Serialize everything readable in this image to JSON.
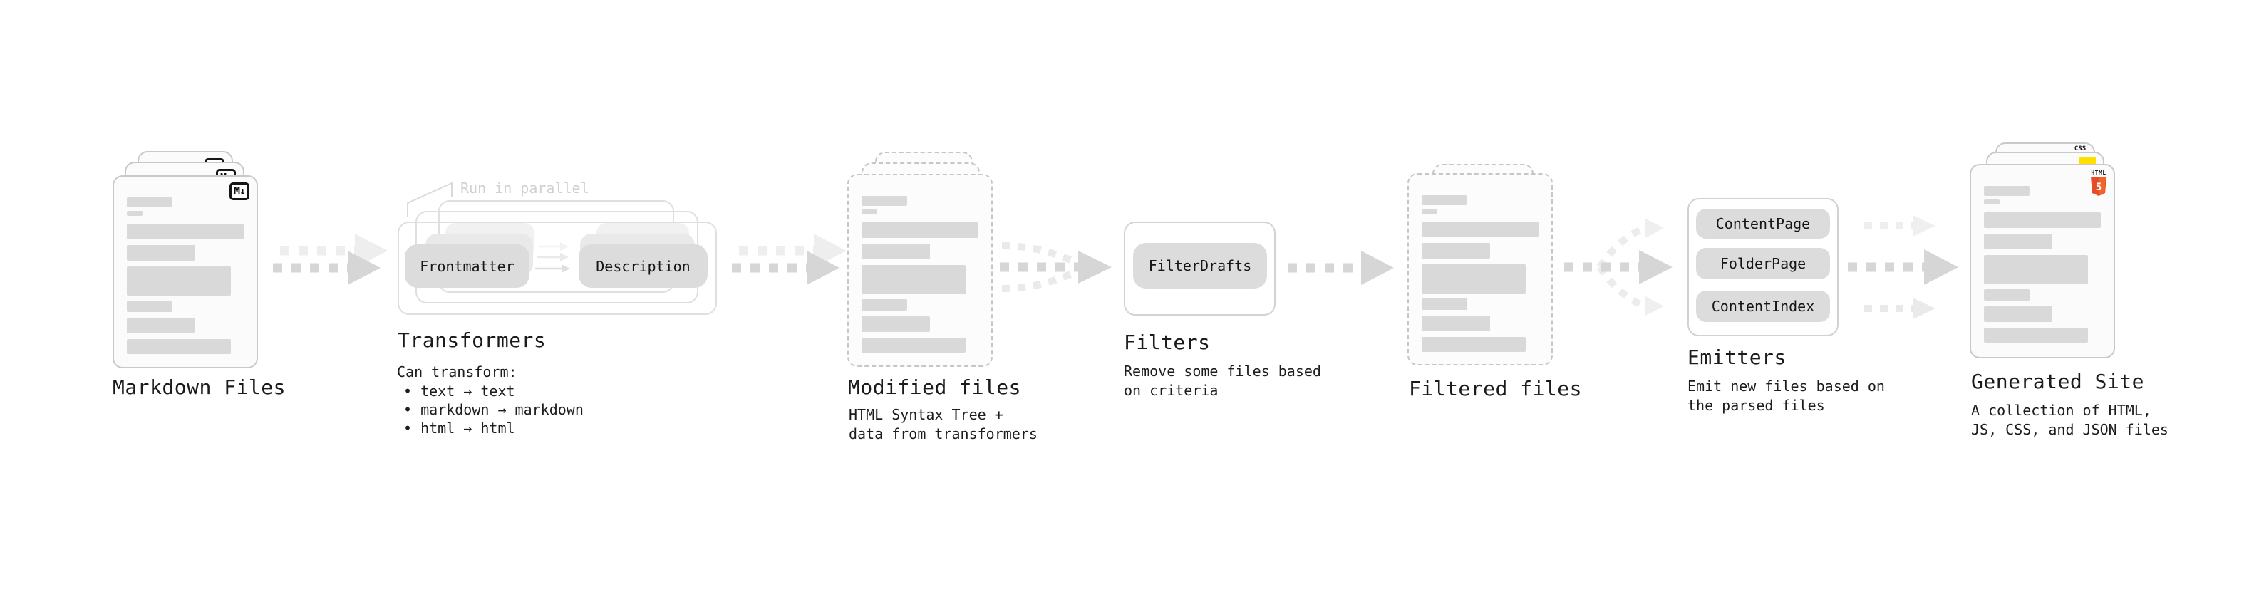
{
  "colors": {
    "arrow": "#d6d6d6",
    "arrow_light": "#ececec",
    "card_border": "#c9c9c9",
    "node_bg": "#dcdcdc",
    "placeholder_bar": "#d9d9d9",
    "annotation_text": "#d0d0d0",
    "accent_css": "#2d66f4",
    "accent_js": "#ffdf00",
    "accent_html": "#e44d26"
  },
  "stages": {
    "markdown_files": {
      "label": "Markdown Files",
      "badge": "M↓"
    },
    "transformers": {
      "label": "Transformers",
      "annotation": "Run in parallel",
      "nodes": [
        "Frontmatter",
        "Description"
      ],
      "desc_heading": "Can transform:",
      "bullets": [
        "• text → text",
        "• markdown → markdown",
        "• html → html"
      ]
    },
    "modified_files": {
      "label": "Modified files",
      "desc": [
        "HTML Syntax Tree +",
        "data from transformers"
      ]
    },
    "filters": {
      "label": "Filters",
      "nodes": [
        "FilterDrafts"
      ],
      "desc": [
        "Remove some files based",
        "on criteria"
      ]
    },
    "filtered_files": {
      "label": "Filtered files"
    },
    "emitters": {
      "label": "Emitters",
      "nodes": [
        "ContentPage",
        "FolderPage",
        "ContentIndex"
      ],
      "desc": [
        "Emit new files based on",
        "the parsed files"
      ]
    },
    "generated_site": {
      "label": "Generated Site",
      "badges": {
        "css": "CSS",
        "html": "HTML",
        "html_number": "5"
      },
      "desc": [
        "A collection of HTML,",
        "JS, CSS, and JSON files"
      ]
    }
  }
}
